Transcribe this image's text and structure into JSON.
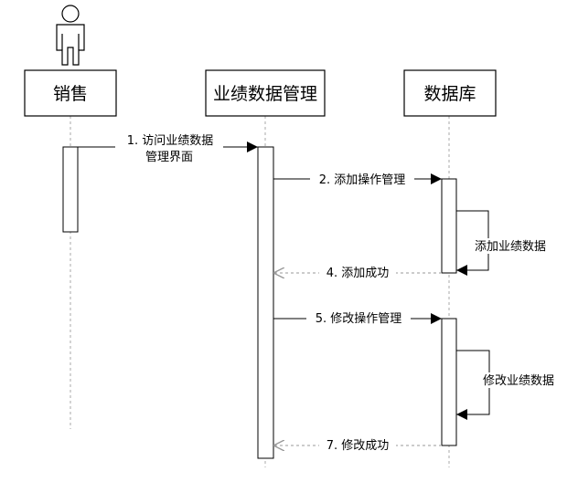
{
  "participants": [
    {
      "id": "sales",
      "label": "销售",
      "actor": true
    },
    {
      "id": "perf",
      "label": "业绩数据管理",
      "actor": false
    },
    {
      "id": "db",
      "label": "数据库",
      "actor": false
    }
  ],
  "messages": [
    {
      "id": "m1",
      "lines": [
        "1. 访问业绩数据",
        "管理界面"
      ],
      "from": "sales",
      "to": "perf",
      "style": "solid"
    },
    {
      "id": "m2",
      "lines": [
        "2. 添加操作管理"
      ],
      "from": "perf",
      "to": "db",
      "style": "solid"
    },
    {
      "id": "m3",
      "lines": [
        "添加业绩数据"
      ],
      "from": "db",
      "to": "db",
      "style": "self"
    },
    {
      "id": "m4",
      "lines": [
        "4. 添加成功"
      ],
      "from": "db",
      "to": "perf",
      "style": "dashed"
    },
    {
      "id": "m5",
      "lines": [
        "5. 修改操作管理"
      ],
      "from": "perf",
      "to": "db",
      "style": "solid"
    },
    {
      "id": "m6",
      "lines": [
        "修改业绩数据"
      ],
      "from": "db",
      "to": "db",
      "style": "self"
    },
    {
      "id": "m7",
      "lines": [
        "7. 修改成功"
      ],
      "from": "db",
      "to": "perf",
      "style": "dashed"
    }
  ]
}
